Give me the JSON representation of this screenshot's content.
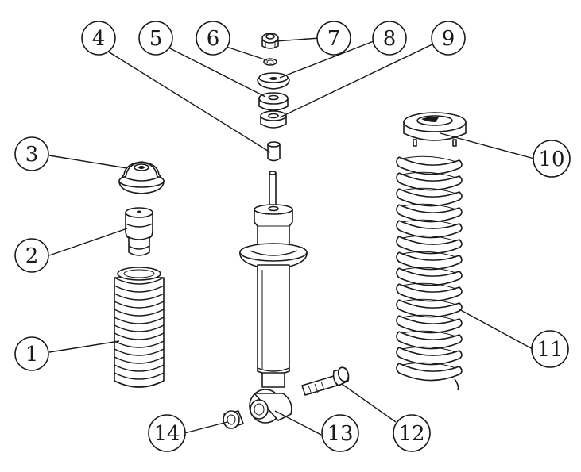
{
  "diagram": {
    "style": "exploded-view line drawing",
    "colors": {
      "line": "#1a1a1a",
      "background": "#ffffff"
    },
    "callouts": [
      {
        "label": "1"
      },
      {
        "label": "2"
      },
      {
        "label": "3"
      },
      {
        "label": "4"
      },
      {
        "label": "5"
      },
      {
        "label": "6"
      },
      {
        "label": "7"
      },
      {
        "label": "8"
      },
      {
        "label": "9"
      },
      {
        "label": "10"
      },
      {
        "label": "11"
      },
      {
        "label": "12"
      },
      {
        "label": "13"
      },
      {
        "label": "14"
      }
    ]
  }
}
